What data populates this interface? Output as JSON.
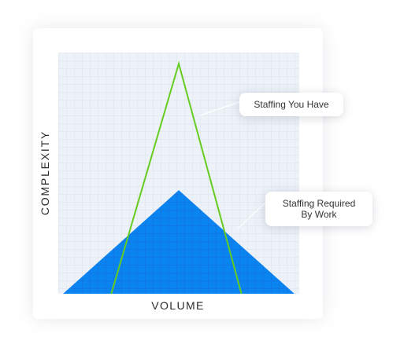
{
  "chart_data": {
    "type": "area",
    "xlabel": "VOLUME",
    "ylabel": "COMPLEXITY",
    "xlim": [
      0,
      100
    ],
    "ylim": [
      0,
      100
    ],
    "grid": true,
    "series": [
      {
        "name": "Staffing You Have",
        "style": "line",
        "color": "#66cc22",
        "points": [
          [
            22,
            0
          ],
          [
            50,
            100
          ],
          [
            76,
            0
          ]
        ]
      },
      {
        "name": "Staffing Required\nBy Work",
        "style": "filled",
        "color": "#0a84f0",
        "points": [
          [
            2,
            0
          ],
          [
            50,
            45
          ],
          [
            98,
            0
          ]
        ]
      }
    ]
  },
  "colors": {
    "plot_background": "#edf1f8",
    "grid": "#d5dce8",
    "area_grid": "#1f63cf"
  }
}
